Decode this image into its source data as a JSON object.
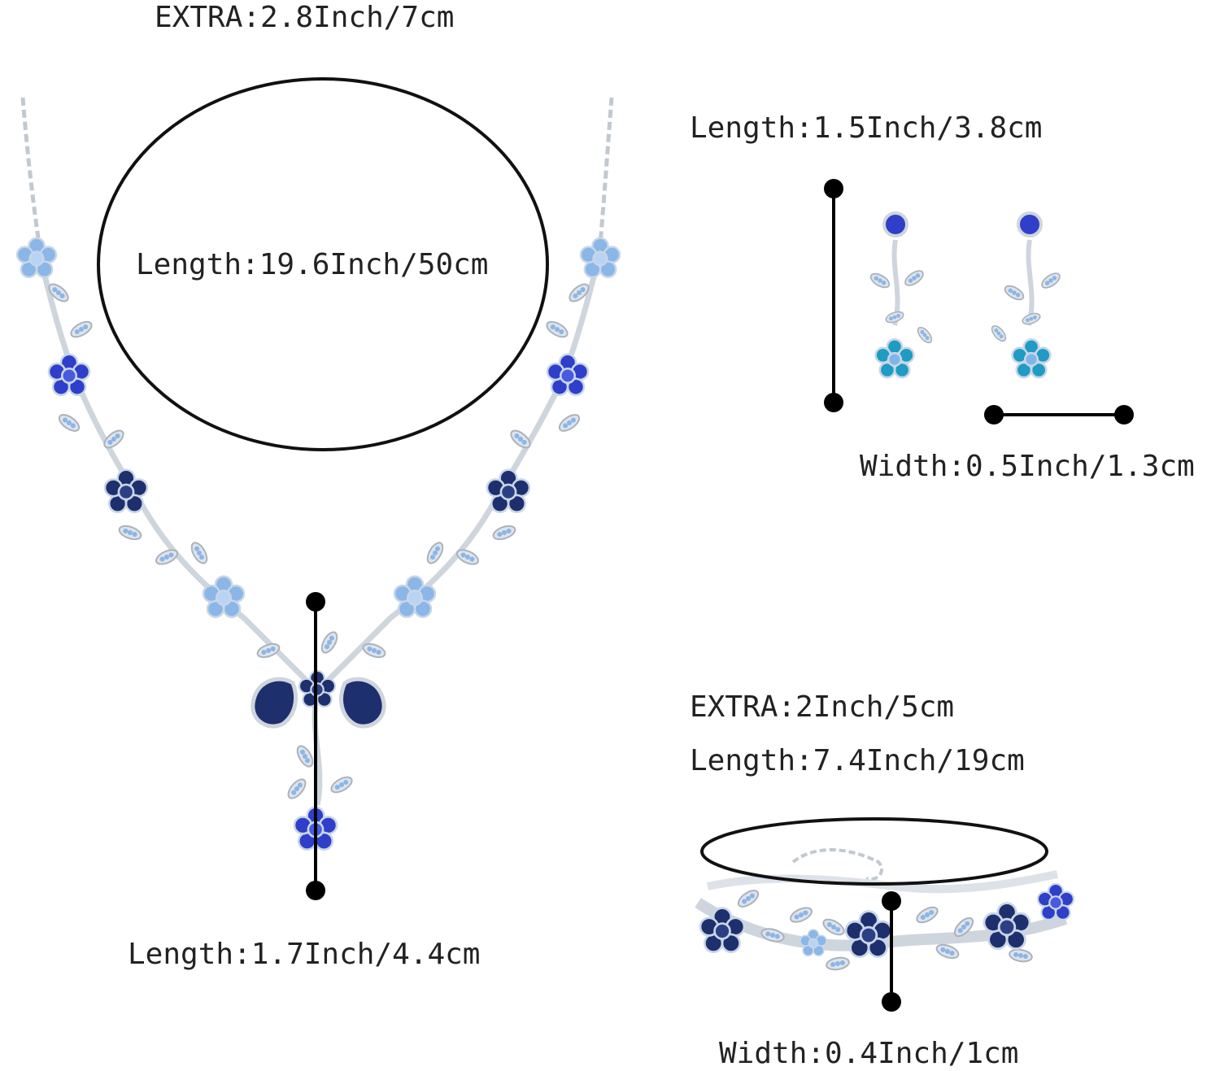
{
  "colors": {
    "silver": "#d9dde3",
    "silver_dark": "#a9b0ba",
    "crystal_light": "#8ab6e8",
    "crystal_royal": "#2f3fc9",
    "crystal_navy": "#1e2f6e",
    "crystal_teal": "#1f9bc4",
    "marker": "#000000"
  },
  "necklace": {
    "extra_label": "EXTRA:2.8Inch/7cm",
    "length_label": "Length:19.6Inch/50cm",
    "pendant_length_label": "Length:1.7Inch/4.4cm"
  },
  "earrings": {
    "length_label": "Length:1.5Inch/3.8cm",
    "width_label": "Width:0.5Inch/1.3cm"
  },
  "bracelet": {
    "extra_label": "EXTRA:2Inch/5cm",
    "length_label": "Length:7.4Inch/19cm",
    "width_label": "Width:0.4Inch/1cm"
  }
}
